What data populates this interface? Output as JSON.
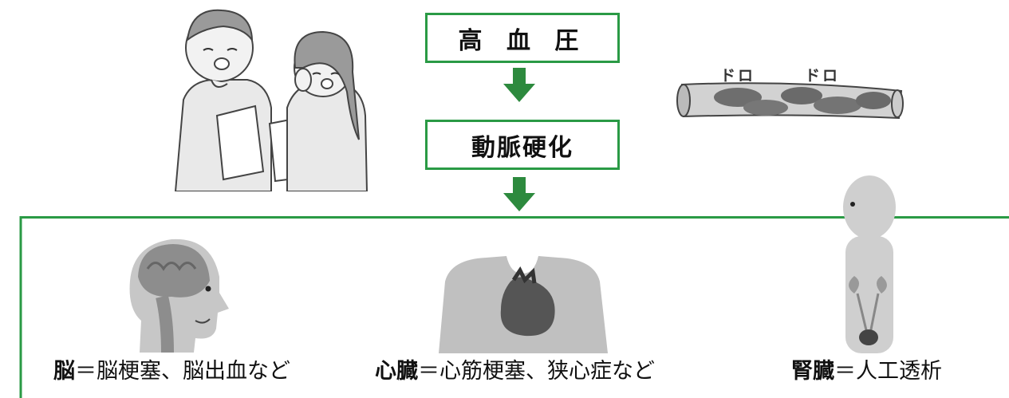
{
  "flow": {
    "step1": "高 血 圧",
    "step2": "動脈硬化"
  },
  "vessel": {
    "label_1": "ドロ",
    "label_2": "ドロ"
  },
  "organs": [
    {
      "organ": "脳",
      "separator": "＝",
      "effects": "脳梗塞、脳出血など"
    },
    {
      "organ": "心臓",
      "separator": "＝",
      "effects": "心筋梗塞、狭心症など"
    },
    {
      "organ": "腎臓",
      "separator": "＝",
      "effects": "人工透析"
    }
  ],
  "colors": {
    "accent_green": "#2a9a45",
    "arrow_green": "#2d8a3e",
    "illustration_gray": "#b8b8b8"
  },
  "icons": {
    "worried_couple": "worried-couple-illustration",
    "clogged_vessel": "clogged-blood-vessel-illustration",
    "brain": "brain-head-illustration",
    "heart": "heart-torso-illustration",
    "kidney": "kidney-body-illustration",
    "arrow": "arrow-down-icon"
  }
}
